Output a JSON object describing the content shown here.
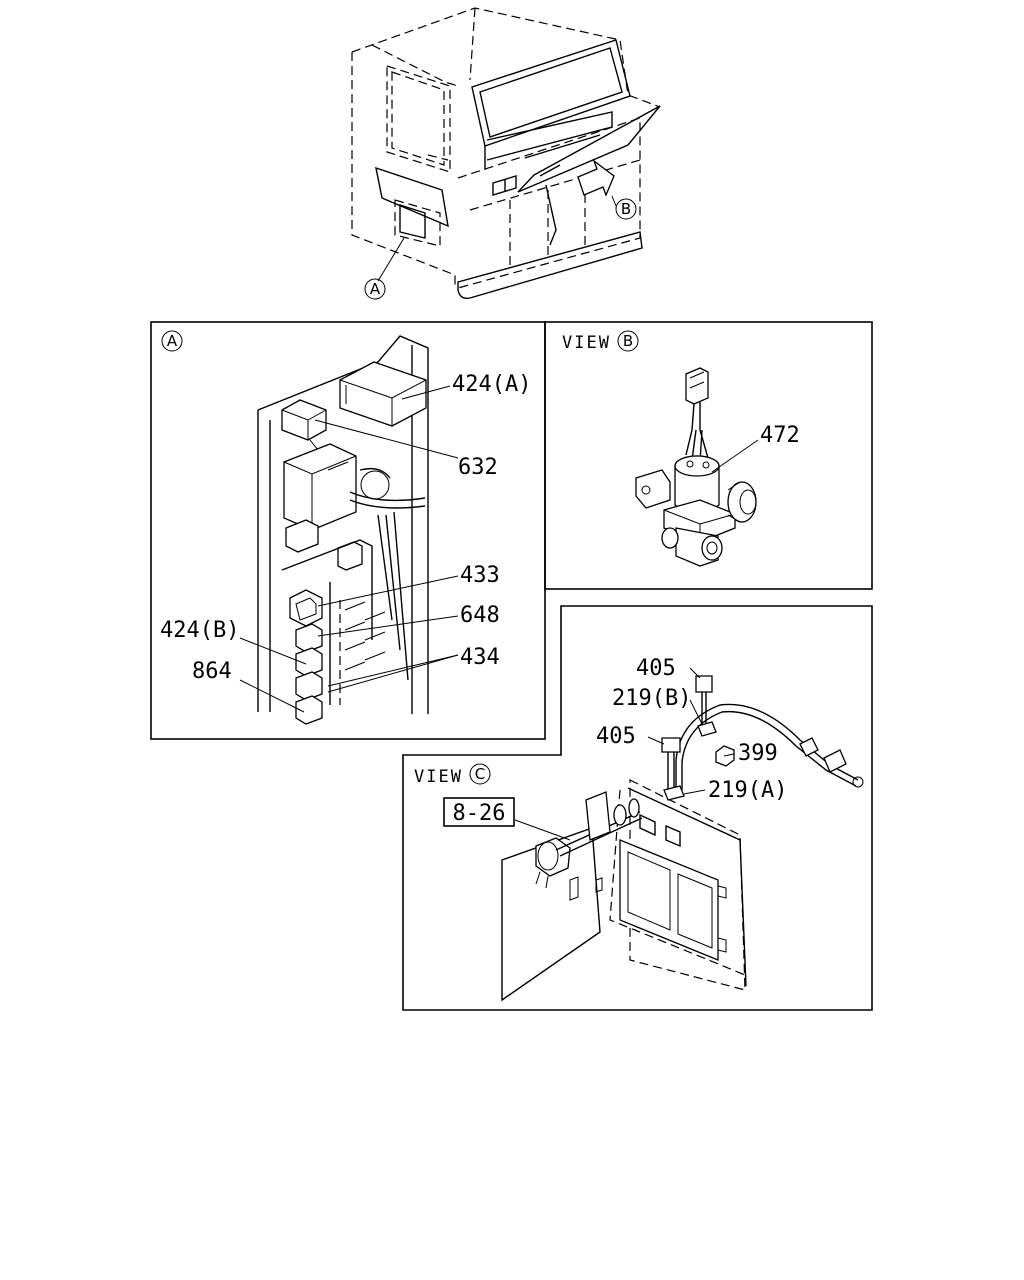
{
  "callouts": {
    "a": "A",
    "b": "B",
    "c": "C"
  },
  "panel_a": {
    "labels": {
      "p424a": "424(A)",
      "p632": "632",
      "p433": "433",
      "p648": "648",
      "p424b": "424(B)",
      "p434": "434",
      "p864": "864"
    }
  },
  "panel_b": {
    "view_word": "VIEW",
    "labels": {
      "p472": "472"
    }
  },
  "panel_c": {
    "view_word": "VIEW",
    "labels": {
      "p405_top": "405",
      "p219b": "219(B)",
      "p405_mid": "405",
      "p399": "399",
      "p219a": "219(A)",
      "ref": "8-26"
    }
  }
}
